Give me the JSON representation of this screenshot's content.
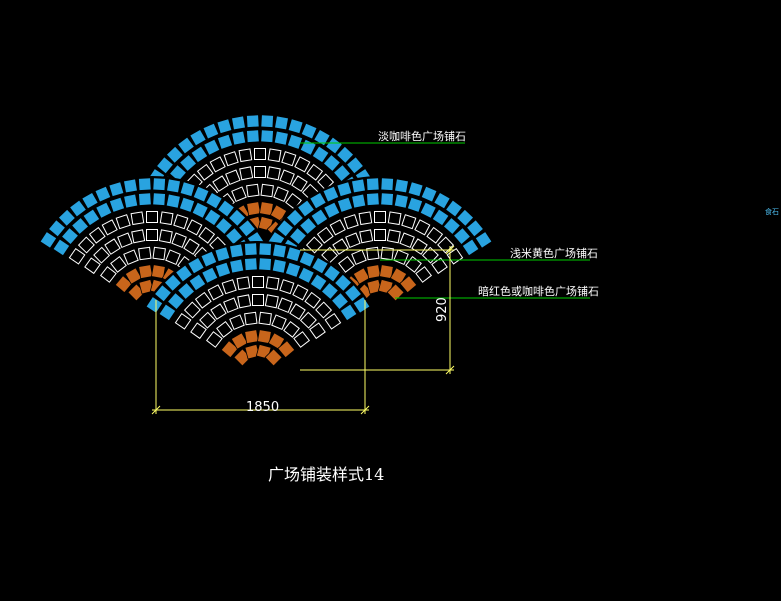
{
  "drawing": {
    "title": "广场铺装样式14",
    "labels": {
      "outer": "淡咖啡色广场铺石",
      "middle": "浅米黄色广场铺石",
      "inner": "暗红色或咖啡色广场铺石"
    },
    "dimensions": {
      "horizontal": "1850",
      "vertical": "920"
    },
    "edge_text": "食石"
  },
  "colors": {
    "outer_stone": "#29a3e0",
    "middle_stone": "#ffffff",
    "inner_stone": "#c8651b",
    "leader": "#00cc00",
    "dimension": "#ffff66",
    "background": "#000000"
  }
}
